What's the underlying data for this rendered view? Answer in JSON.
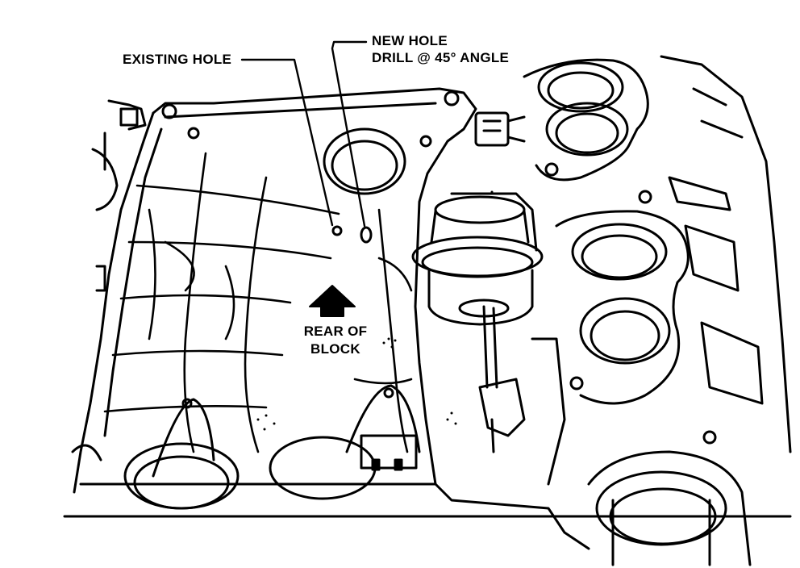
{
  "labels": {
    "existing_hole": "EXISTING HOLE",
    "new_hole_line1": "NEW HOLE",
    "new_hole_line2": "DRILL @ 45° ANGLE",
    "rear_line1": "REAR OF",
    "rear_line2": "BLOCK"
  },
  "colors": {
    "ink": "#000000",
    "paper": "#ffffff"
  }
}
